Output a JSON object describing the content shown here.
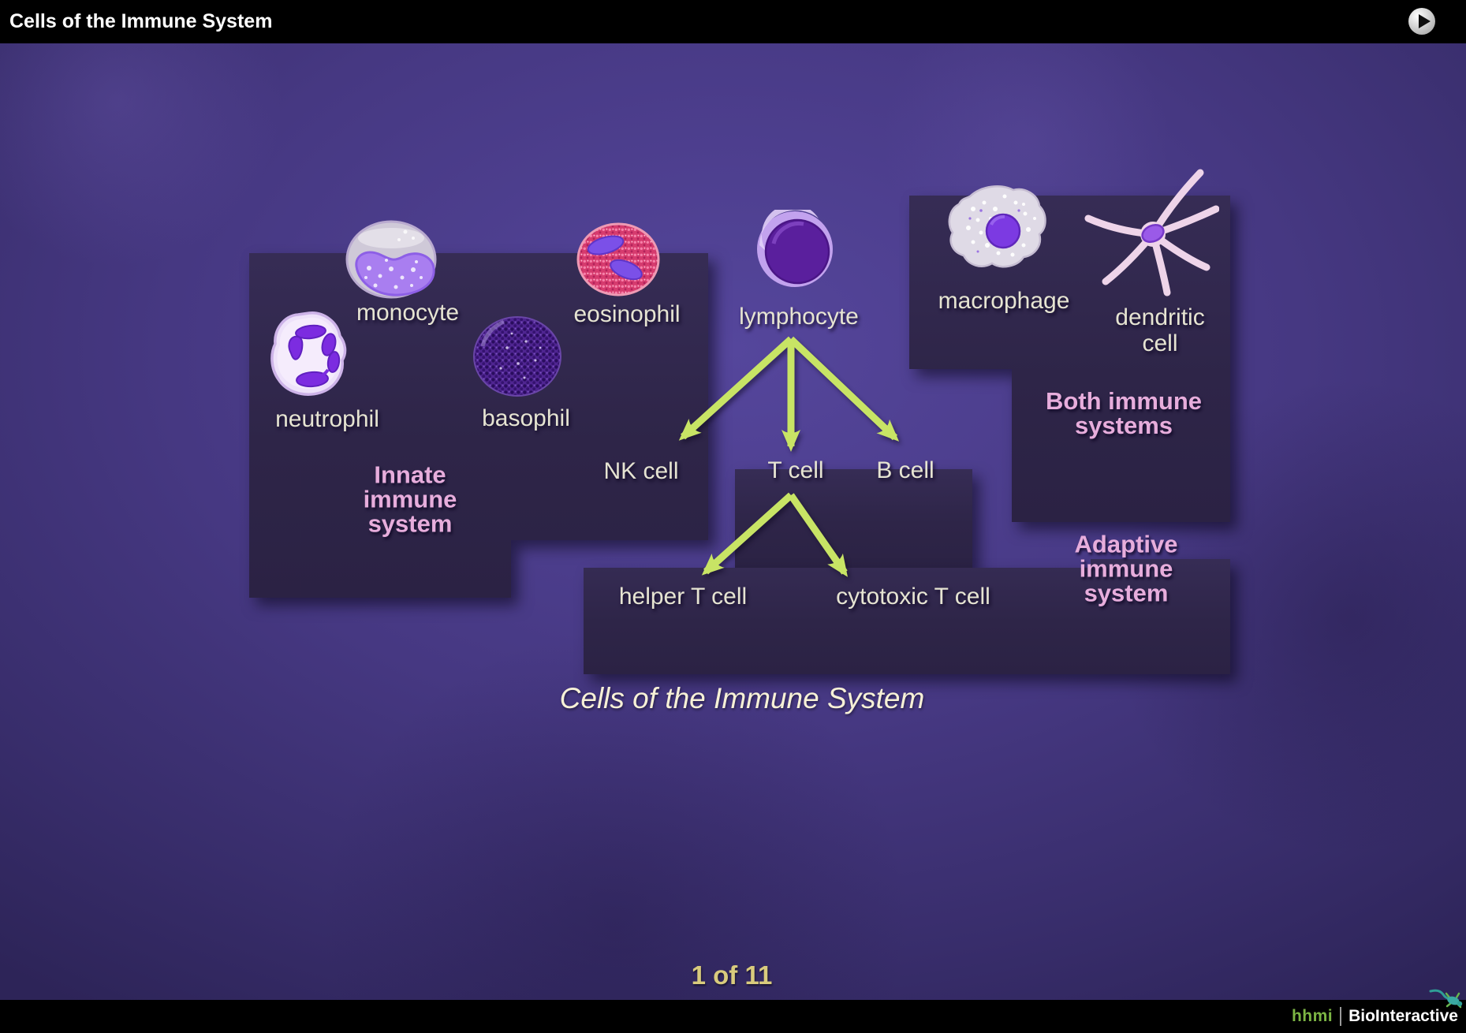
{
  "header": {
    "title": "Cells of the Immune System"
  },
  "player": {
    "page_indicator": "1 of 11"
  },
  "caption": "Cells of the Immune System",
  "diagram": {
    "cell_labels": {
      "monocyte": "monocyte",
      "eosinophil": "eosinophil",
      "lymphocyte": "lymphocyte",
      "neutrophil": "neutrophil",
      "basophil": "basophil",
      "macrophage": "macrophage",
      "dendritic_line1": "dendritic",
      "dendritic_line2": "cell",
      "nk_cell": "NK cell",
      "t_cell": "T cell",
      "b_cell": "B cell",
      "helper_t_cell": "helper T cell",
      "cytotoxic_t_cell": "cytotoxic T cell"
    },
    "group_labels": {
      "innate": [
        "Innate",
        "immune",
        "system"
      ],
      "both": [
        "Both immune",
        "systems"
      ],
      "adaptive": [
        "Adaptive",
        "immune",
        "system"
      ]
    }
  },
  "footer": {
    "brand": "hhmi",
    "product": "BioInteractive"
  },
  "colors": {
    "arrow": "#c8e465",
    "group_label_pink": "#e7addc",
    "cell_label": "#e6e4d2",
    "page_indicator": "#d9cb7d",
    "caption": "#f7f1d7",
    "hhmi_green": "#7cb544",
    "panel": "#2f2749",
    "background": "#463882"
  }
}
